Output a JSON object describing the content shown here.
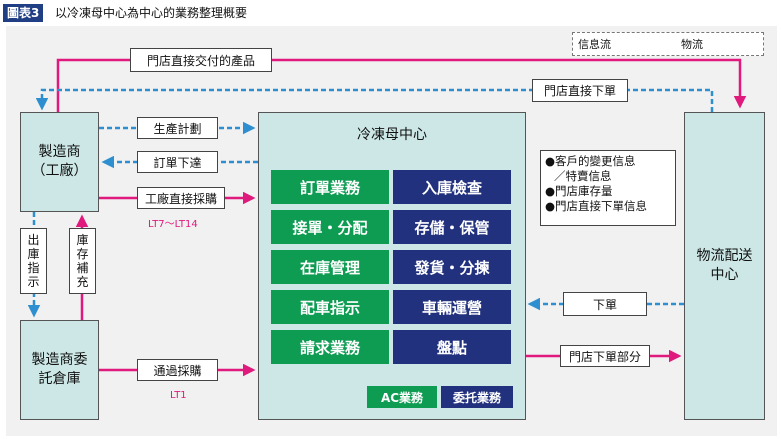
{
  "caption": {
    "badge": "圖表3",
    "title": "以冷凍母中心為中心的業務整理概要"
  },
  "legend": {
    "info_flow": "信息流",
    "goods_flow": "物流"
  },
  "colors": {
    "info_flow": "#2e8fd0",
    "goods_flow": "#e0197d",
    "green": "#0e9b52",
    "navy": "#22317e",
    "box_fill": "#cde7e7"
  },
  "nodes": {
    "manufacturer": [
      "製造商",
      "（工廠）"
    ],
    "warehouse": [
      "製造商委",
      "託倉庫"
    ],
    "center": {
      "title": "冷凍母中心",
      "left_cells": [
        "訂單業務",
        "接單・分配",
        "在庫管理",
        "配車指示",
        "請求業務"
      ],
      "right_cells": [
        "入庫檢查",
        "存儲・保管",
        "發貨・分揀",
        "車輛運營",
        "盤點"
      ],
      "tag_ac": "AC業務",
      "tag_entrust": "委托業務"
    },
    "logistics": [
      "物流配送",
      "中心"
    ]
  },
  "flows": {
    "store_direct_goods": "門店直接交付的產品",
    "store_direct_order": "門店直接下單",
    "production_plan": "生產計劃",
    "order_issue": "訂單下達",
    "factory_direct": "工廠直接採購",
    "lt_factory": "LT7〜LT14",
    "shipping_instruction": "出庫指示",
    "replenish": "庫存補充",
    "transit": "通過採購",
    "lt_transit": "LT1",
    "order": "下單",
    "store_order_part": "門店下單部分"
  },
  "info_box": [
    "●客戶的變更信息",
    "／特賣信息",
    "●門店庫存量",
    "●門店直接下單信息"
  ]
}
